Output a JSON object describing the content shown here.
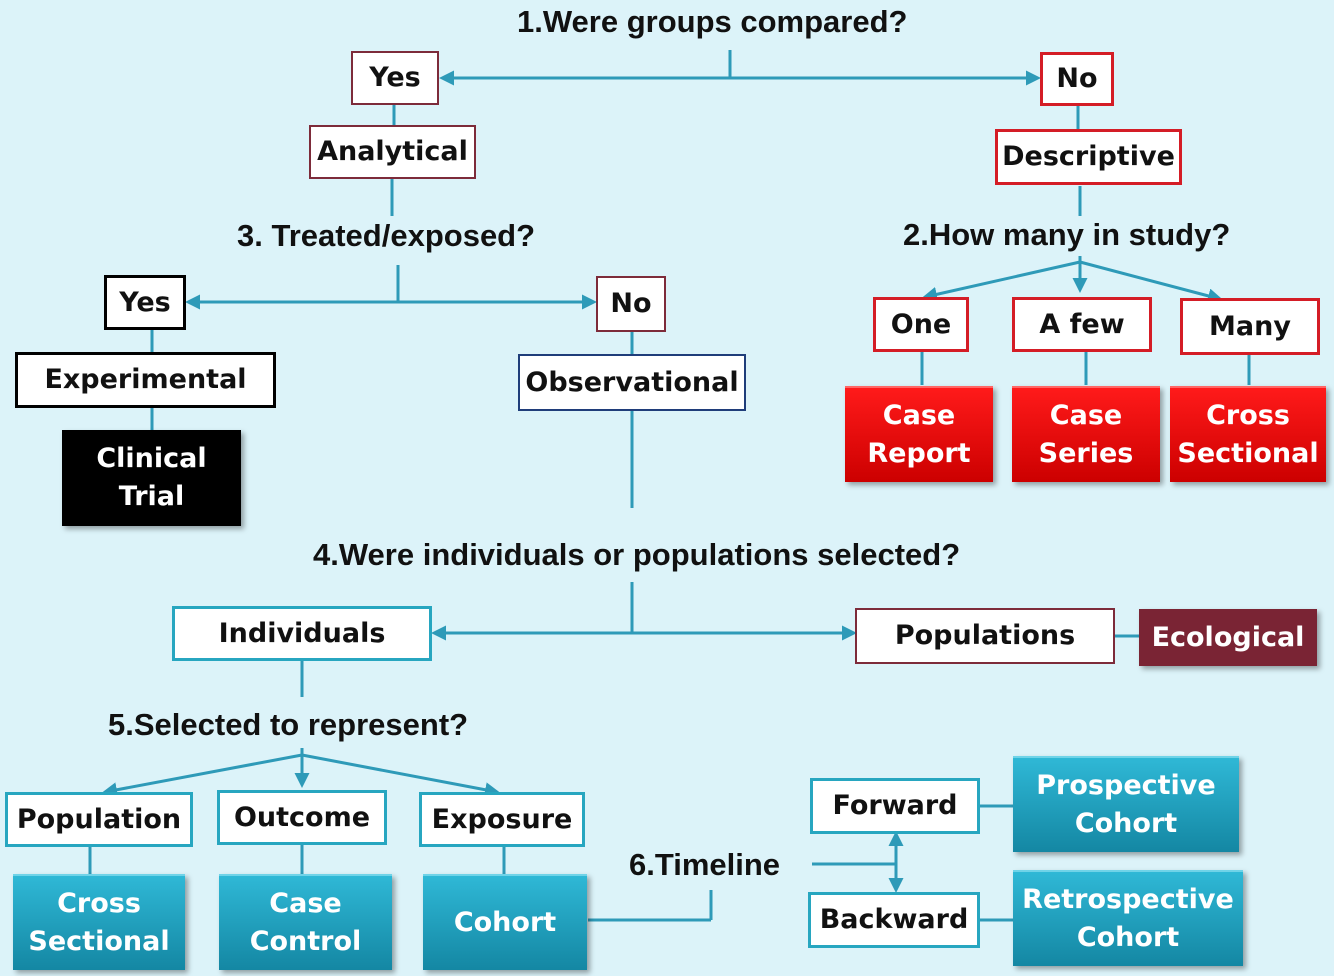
{
  "questions": {
    "q1": "1.Were groups compared?",
    "q2": "2.How many in study?",
    "q3": "3. Treated/exposed?",
    "q4": "4.Were individuals or populations selected?",
    "q5": "5.Selected to represent?",
    "q6": "6.Timeline"
  },
  "q1_answers": {
    "yes": "Yes",
    "no": "No"
  },
  "q1_results": {
    "yes": "Analytical",
    "no": "Descriptive"
  },
  "q2_answers": {
    "one": "One",
    "few": "A few",
    "many": "Many"
  },
  "q2_results": {
    "one": "Case\nReport",
    "few": "Case\nSeries",
    "many": "Cross\nSectional"
  },
  "q3_answers": {
    "yes": "Yes",
    "no": "No"
  },
  "q3_results": {
    "yes": "Experimental",
    "no": "Observational"
  },
  "q3_design": "Clinical\nTrial",
  "q4_answers": {
    "individuals": "Individuals",
    "populations": "Populations"
  },
  "q4_design": "Ecological",
  "q5_answers": {
    "population": "Population",
    "outcome": "Outcome",
    "exposure": "Exposure"
  },
  "q5_results": {
    "population": "Cross\nSectional",
    "outcome": "Case\nControl",
    "exposure": "Cohort"
  },
  "q6_answers": {
    "forward": "Forward",
    "backward": "Backward"
  },
  "q6_results": {
    "forward": "Prospective\nCohort",
    "backward": "Retrospective\nCohort"
  },
  "colors": {
    "background": "#dcf3f9",
    "connector": "#2e9ab8",
    "red": "#e00000",
    "teal": "#1c9fbd",
    "maroon": "#7a2434"
  }
}
